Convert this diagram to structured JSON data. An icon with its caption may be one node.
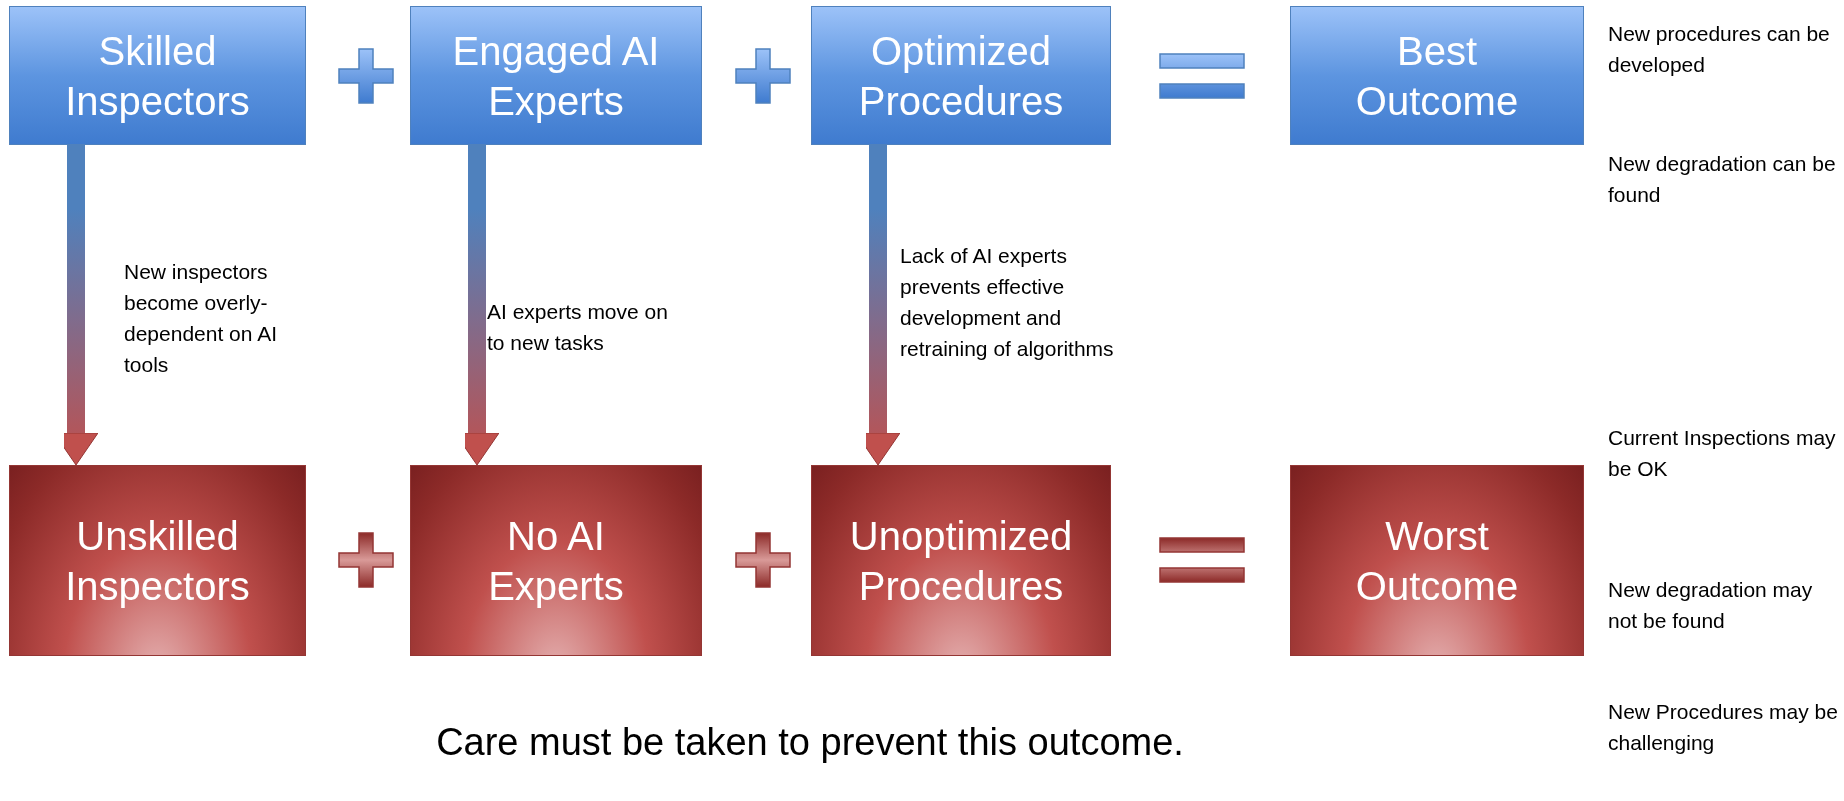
{
  "diagram": {
    "caption": "Care must be taken to prevent this outcome.",
    "nodes": [
      {
        "text": [
          "Skilled Inspectors"
        ]
      },
      {
        "text": [
          "Engaged AI Experts"
        ]
      },
      {
        "text": [
          "Optimized Procedures"
        ]
      },
      {
        "text": [
          "Best Outcome"
        ],
        "beside": [
          "New procedures can be developed",
          "New degradation can be found"
        ]
      },
      {
        "text": [
          "Unskilled Inspectors"
        ]
      },
      {
        "text": [
          "No AI Experts"
        ]
      },
      {
        "text": [
          "Unoptimized Procedures"
        ]
      },
      {
        "text": [
          "Worst Outcome"
        ],
        "beside": [
          "Current Inspections may be OK",
          "New degradation may not be found",
          "New Procedures may be challenging"
        ]
      }
    ],
    "edges": [
      {
        "from": 0,
        "to": 4,
        "arrow": "to",
        "style": "thick",
        "label": "New inspectors become overly-dependent on AI tools"
      },
      {
        "from": 1,
        "to": 5,
        "arrow": "to",
        "style": "thick",
        "label": "AI experts move on to new tasks"
      },
      {
        "from": 2,
        "to": 6,
        "arrow": "to",
        "style": "thick",
        "label": "Lack of AI experts prevents effective development and retraining of algorithms"
      }
    ]
  }
}
